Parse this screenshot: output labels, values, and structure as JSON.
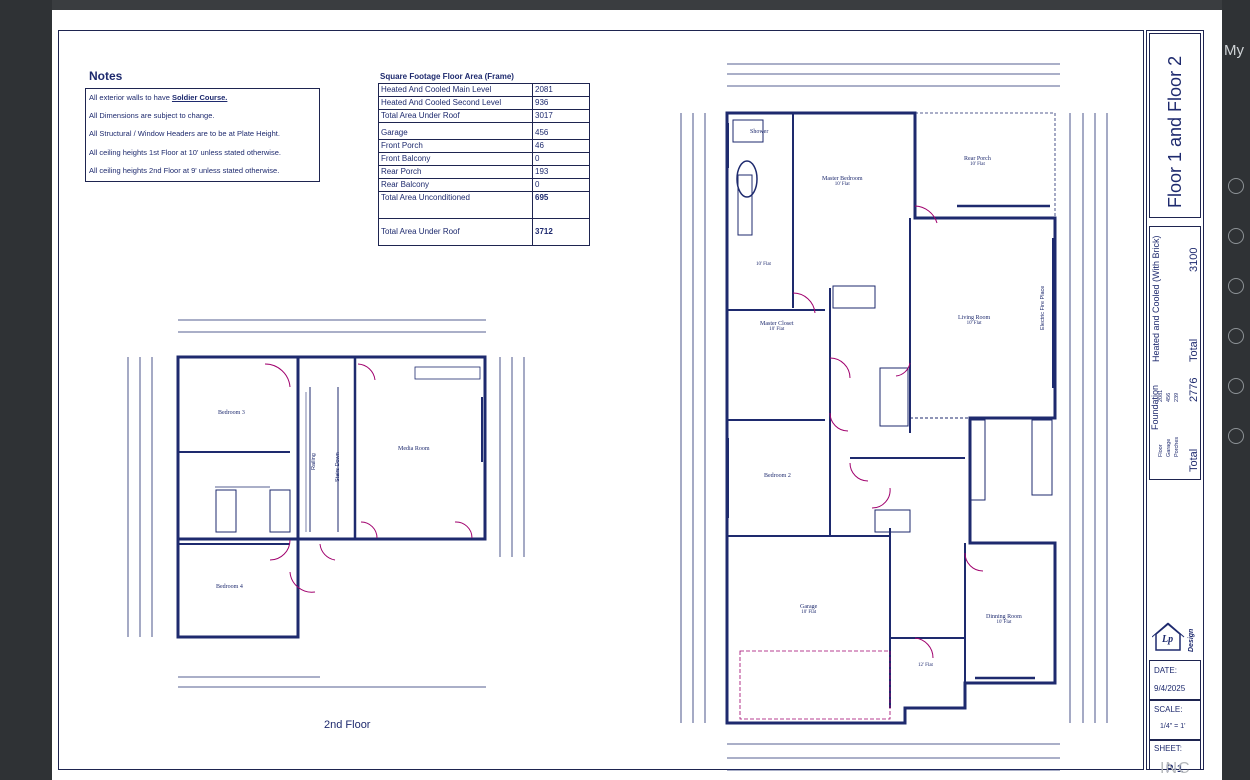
{
  "background": {
    "corner_text": "My"
  },
  "notes": {
    "title": "Notes",
    "items": [
      "All exterior walls to have ",
      "All Dimensions are subject to change.",
      "All Structural / Window Headers are to be at Plate Height.",
      "All ceiling heights 1st Floor at 10' unless stated otherwise.",
      "All ceiling heights 2nd Floor at 9' unless stated otherwise."
    ],
    "emphasis": "Soldier Course."
  },
  "square_footage": {
    "title": "Square Footage Floor Area (Frame)",
    "rows": [
      {
        "label": "Heated And Cooled Main Level",
        "value": "2081"
      },
      {
        "label": "Heated And Cooled Second Level",
        "value": "936"
      },
      {
        "label": "Total Area Under Roof",
        "value": "3017"
      },
      {
        "label": "Garage",
        "value": "456"
      },
      {
        "label": "Front Porch",
        "value": "46"
      },
      {
        "label": "Front Balcony",
        "value": "0"
      },
      {
        "label": "Rear Porch",
        "value": "193"
      },
      {
        "label": "Rear Balcony",
        "value": "0"
      },
      {
        "label": "Total Area Unconditioned",
        "value": "695"
      },
      {
        "label": "Total Area Under Roof",
        "value": "3712"
      }
    ]
  },
  "second_floor": {
    "label": "2nd Floor",
    "rooms": [
      "Bedroom 3",
      "Bedroom 4",
      "Media Room"
    ],
    "stairs": "Stairs Down",
    "railing": "Railing"
  },
  "first_floor": {
    "rooms": [
      {
        "name": "Shower",
        "note": ""
      },
      {
        "name": "Master Bedroom",
        "note": "10' Flat"
      },
      {
        "name": "Rear Porch",
        "note": "10' Flat"
      },
      {
        "name": "",
        "note": "10' Flat"
      },
      {
        "name": "Master Closet",
        "note": "10' Flat"
      },
      {
        "name": "Living Room",
        "note": "10' Flat"
      },
      {
        "name": "Bedroom 2",
        "note": ""
      },
      {
        "name": "Garage",
        "note": "10' Flat"
      },
      {
        "name": "Dinning Room",
        "note": "10' Flat"
      },
      {
        "name": "",
        "note": "12' Flat"
      }
    ],
    "fireplace": "Electric Fire Place"
  },
  "title_block": {
    "sheet_title": "Floor 1 and Floor 2",
    "foundation_header": "Foundation",
    "heated_header": "Heated and Cooled (With Brick)",
    "heated_total_label": "Total",
    "heated_total": "3100",
    "foundation_rows": [
      {
        "label": "Floor",
        "value": "2081"
      },
      {
        "label": "Garage",
        "value": "456"
      },
      {
        "label": "Porches",
        "value": "239"
      }
    ],
    "foundation_total_label": "Total",
    "foundation_total": "2776",
    "logo": "Lp",
    "logo_word": "Design",
    "date_label": "DATE:",
    "date": "9/4/2025",
    "scale_label": "SCALE:",
    "scale": "1/4\" = 1'",
    "sheet_label": "SHEET:",
    "sheet": "P-1"
  },
  "watermark": "INC"
}
